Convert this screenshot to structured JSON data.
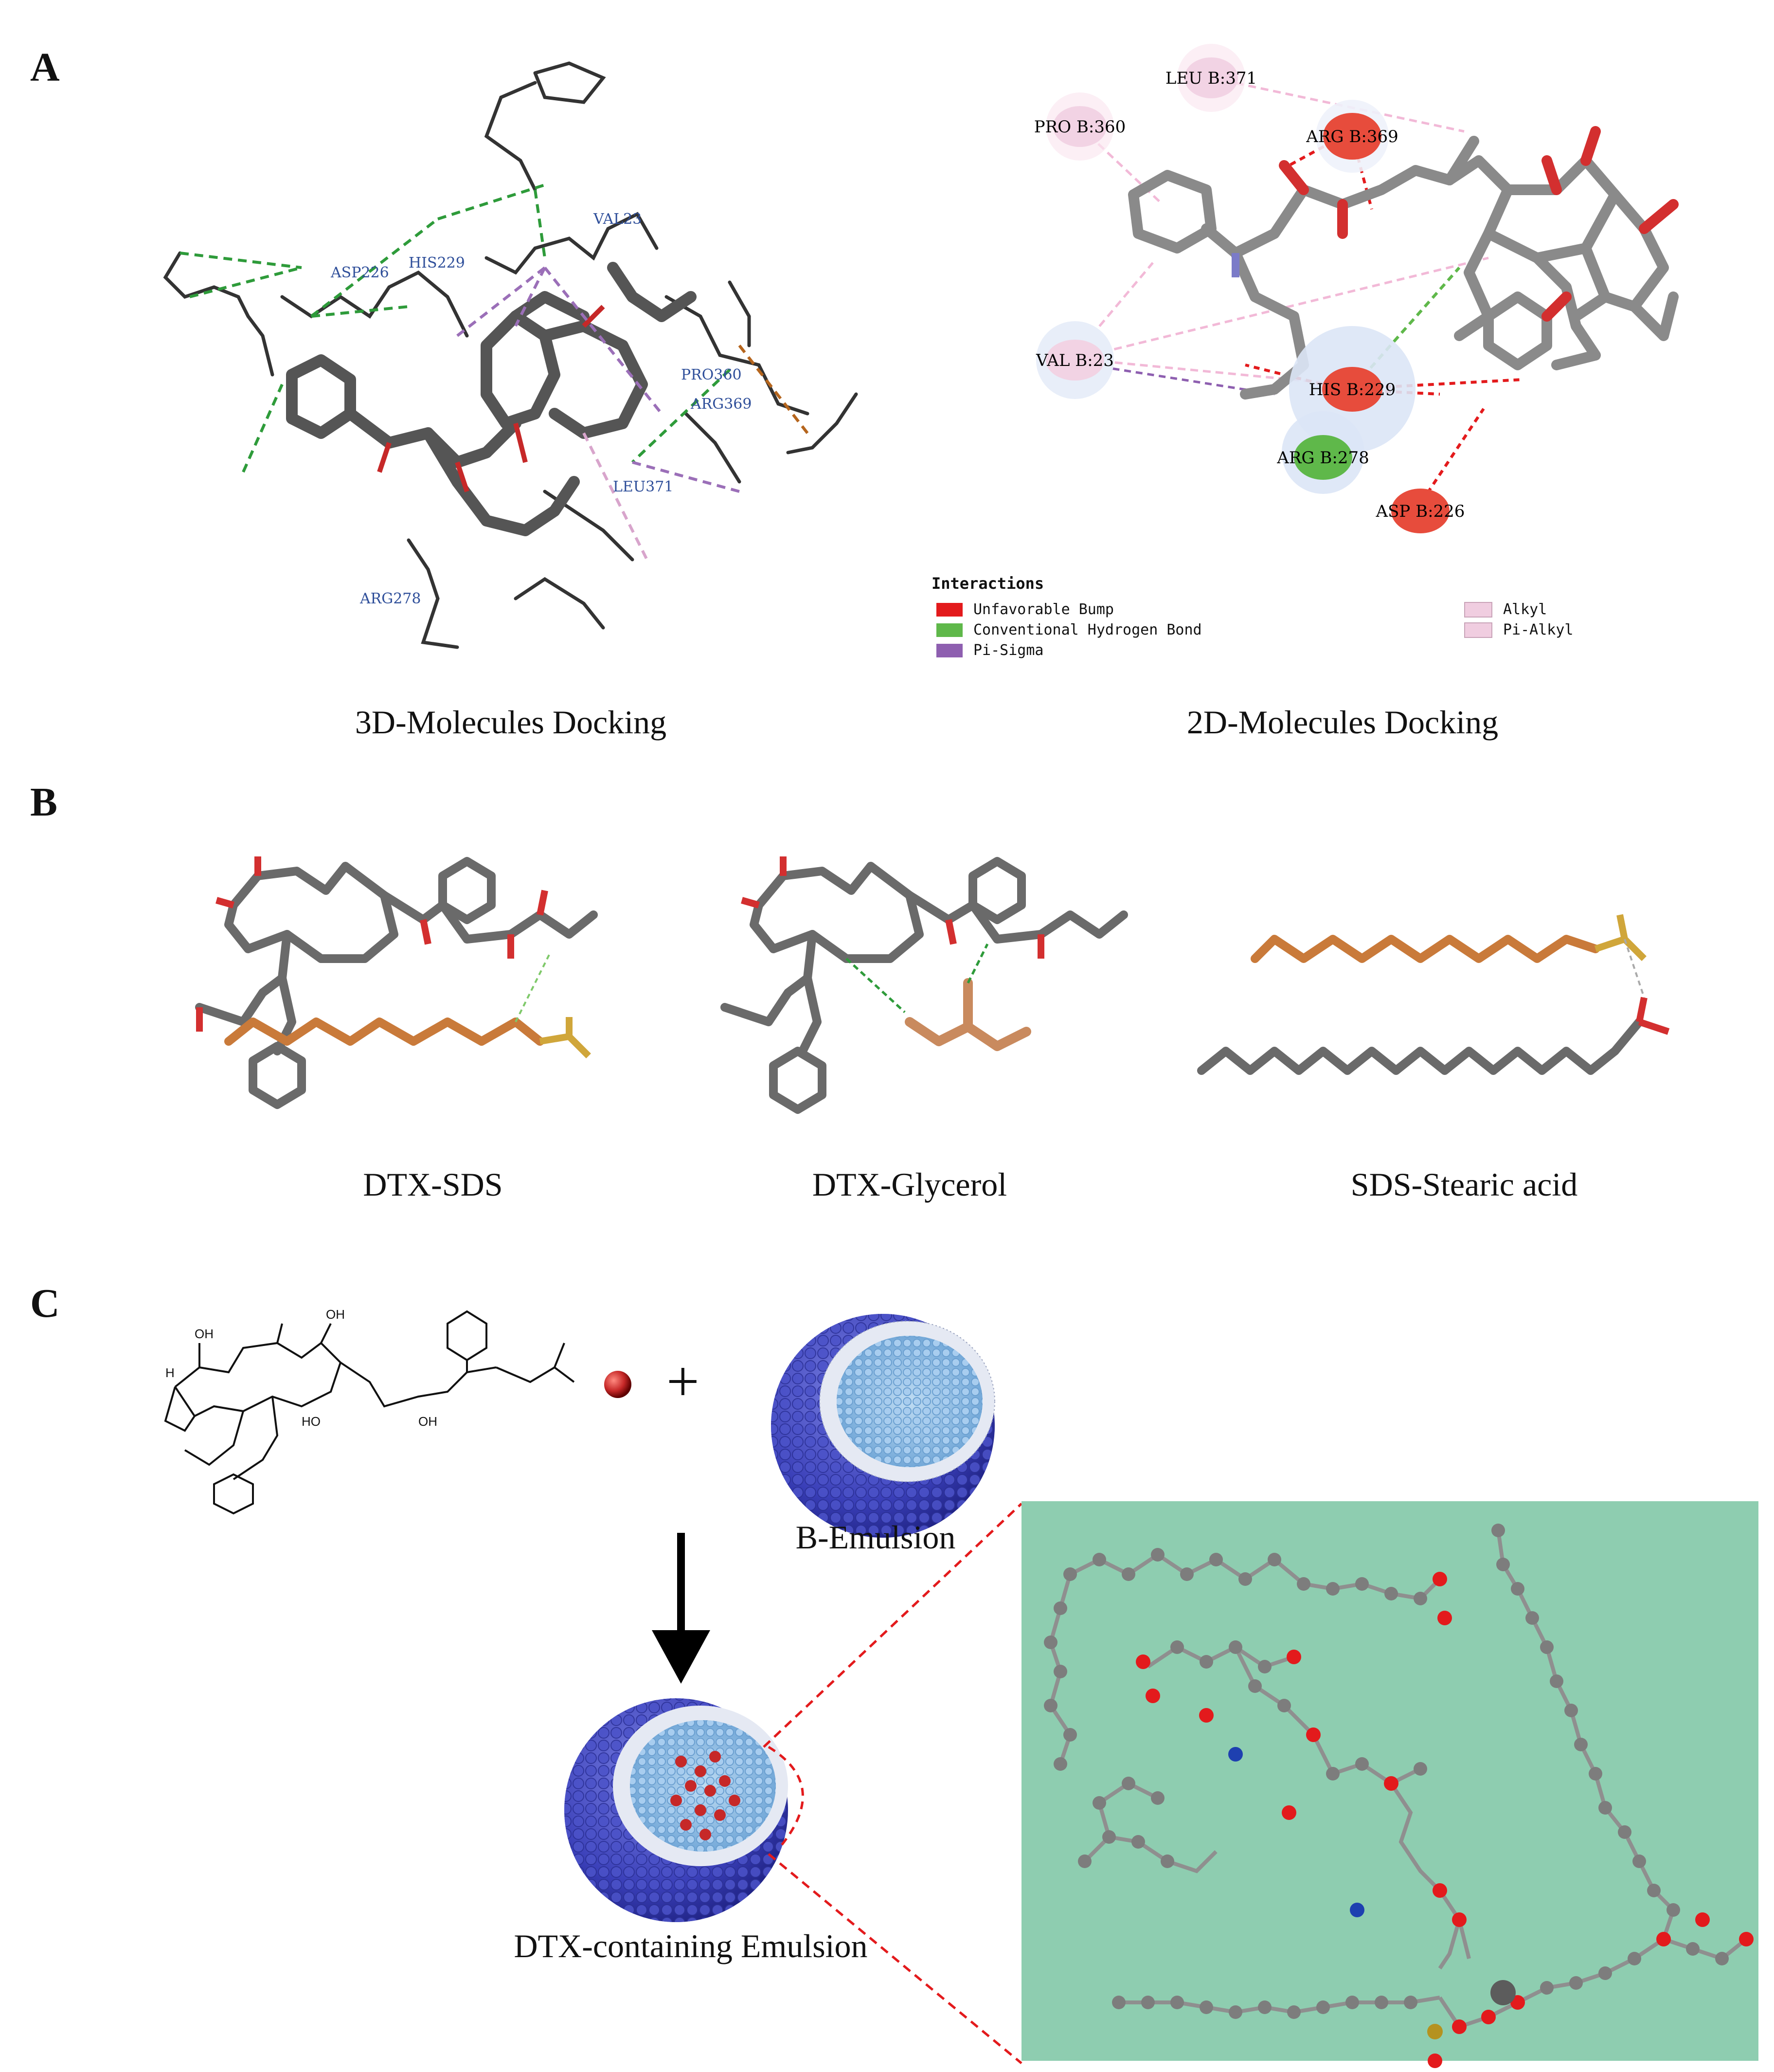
{
  "panels": {
    "A": {
      "letter": "A",
      "left_caption": "3D-Molecules Docking",
      "right_caption": "2D-Molecules Docking",
      "residues_3d": [
        "VAL23",
        "ASP226",
        "HIS229",
        "PRO360",
        "ARG369",
        "LEU371",
        "ARG278"
      ],
      "residues_2d": {
        "leu": "LEU B:371",
        "pro": "PRO B:360",
        "arg369": "ARG B:369",
        "val": "VAL B:23",
        "his": "HIS B:229",
        "arg278": "ARG B:278",
        "asp": "ASP B:226"
      },
      "legend": {
        "title": "Interactions",
        "items": [
          {
            "label": "Unfavorable Bump",
            "color": "#e31a1c"
          },
          {
            "label": "Conventional Hydrogen Bond",
            "color": "#5fb84a"
          },
          {
            "label": "Pi-Sigma",
            "color": "#8e5fb0"
          },
          {
            "label": "Alkyl",
            "color": "#f0cde0"
          },
          {
            "label": "Pi-Alkyl",
            "color": "#f0cde0"
          }
        ]
      }
    },
    "B": {
      "letter": "B",
      "captions": [
        "DTX-SDS",
        "DTX-Glycerol",
        "SDS-Stearic acid"
      ]
    },
    "C": {
      "letter": "C",
      "plus": "+",
      "b_emulsion": "B-Emulsion",
      "dtx_emulsion": "DTX-containing Emulsion",
      "structure_labels": {
        "oh1": "OH",
        "oh2": "OH",
        "ho": "HO",
        "oh3": "OH",
        "h": "H"
      },
      "inset_bg": "#8ecdb0"
    }
  }
}
